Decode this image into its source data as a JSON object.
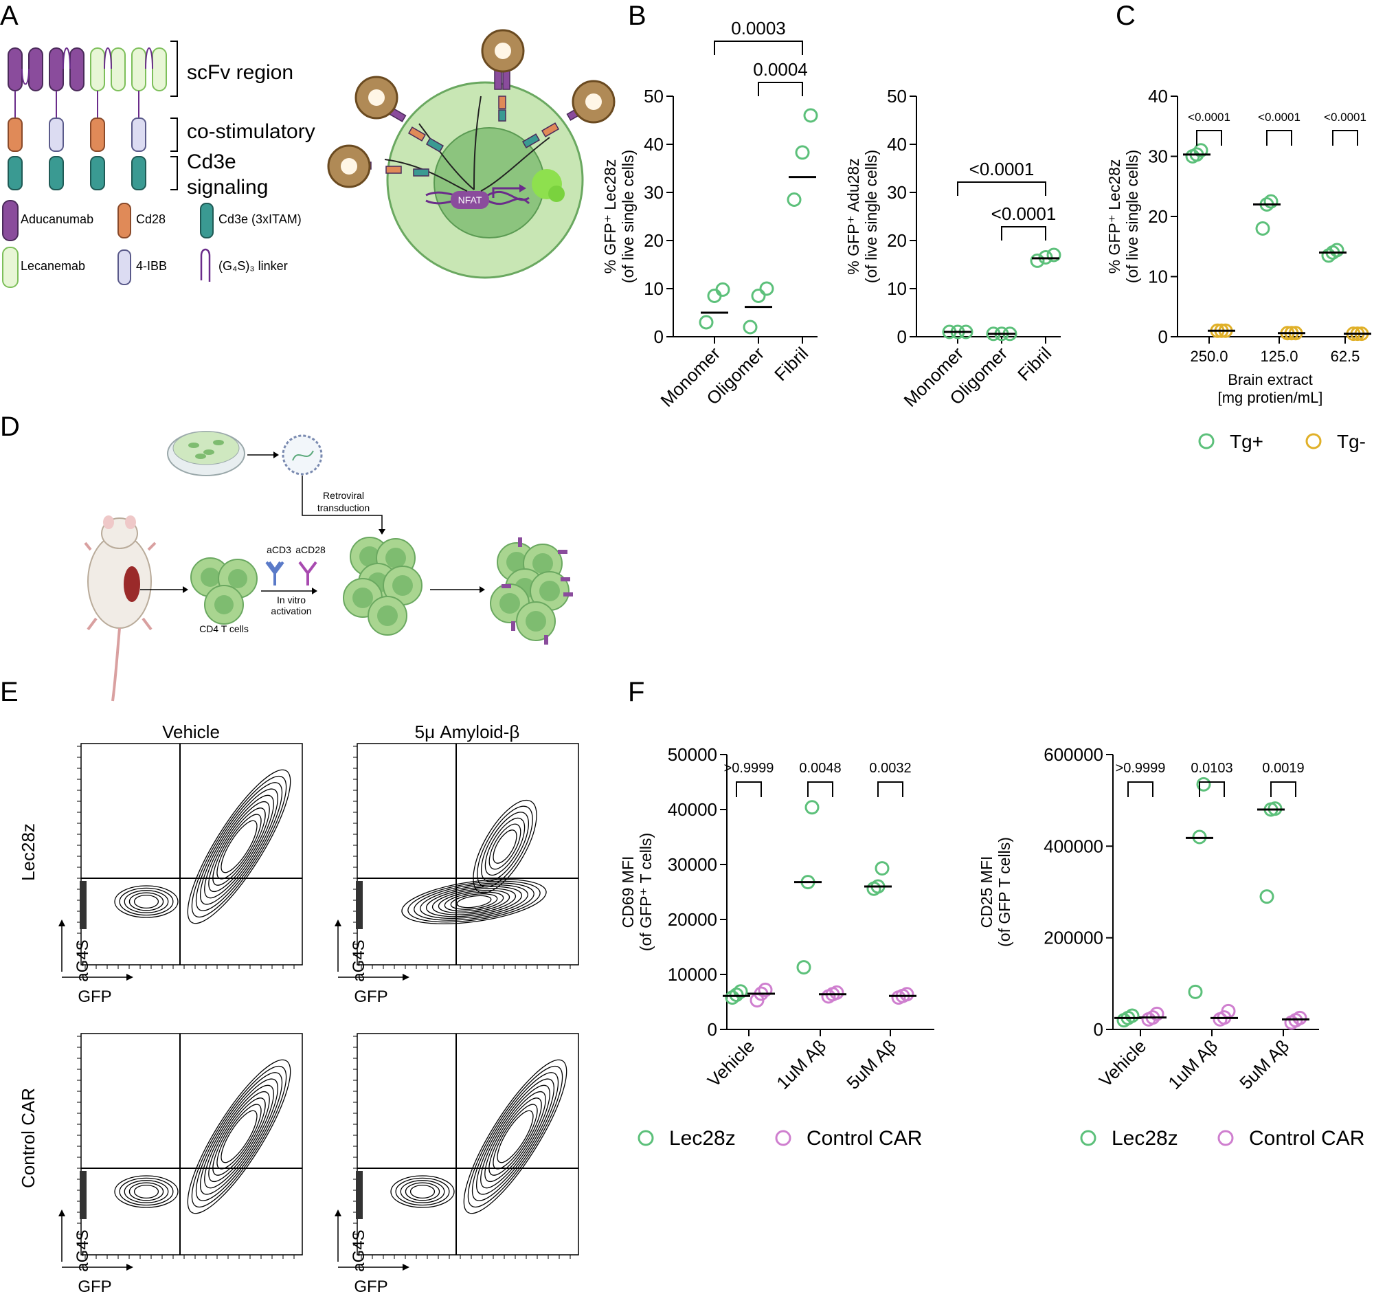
{
  "panel_letters": [
    "A",
    "B",
    "C",
    "D",
    "E",
    "F"
  ],
  "colors": {
    "green": "#5cc07a",
    "yellow": "#e0b028",
    "pink": "#cf7fcf",
    "purple": "#8a4c9c",
    "orange": "#e08a58",
    "lavender": "#dcdcf2",
    "teal": "#3a9a92",
    "lightgreen": "#e8f6d6",
    "cell_outer": "#a9d590",
    "cell_inner": "#7ebc70"
  },
  "panelA": {
    "scfv_label": "scFv region",
    "costim_label": "co-stimulatory",
    "cd3e_label": "Cd3e",
    "signaling_label": "signaling",
    "legend": {
      "aducanumab": "Aducanumab",
      "cd28": "Cd28",
      "cd3e": "Cd3e (3xITAM)",
      "lecanemab": "Lecanemab",
      "ibb": "4-IBB",
      "linker": "(G₄S)₃ linker"
    },
    "nfat": "NFAT"
  },
  "panelD": {
    "retroviral": "Retroviral",
    "transduction": "transduction",
    "acd3": "aCD3",
    "acd28": "aCD28",
    "invitro": "In vitro",
    "activation": "activation",
    "cd4": "CD4 T cells"
  },
  "panelE": {
    "col_vehicle": "Vehicle",
    "col_abeta": "5μ Amyloid-β",
    "row_lec": "Lec28z",
    "row_ctrl": "Control CAR",
    "x_label": "GFP",
    "y_label": "aG4S"
  },
  "chart_data": [
    {
      "id": "B1",
      "type": "scatter",
      "categories": [
        "Monomer",
        "Oligomer",
        "Fibril"
      ],
      "ylabel_line1": "% GFP⁺  Lec28z",
      "ylabel_line2": "(of live single cells)",
      "ylim": [
        0,
        50
      ],
      "yticks": [
        "0",
        "10",
        "20",
        "30",
        "40",
        "50"
      ],
      "series": [
        {
          "values": [
            [
              3,
              8.5,
              9.8
            ],
            [
              2,
              8.5,
              10
            ],
            [
              28.5,
              38.3,
              46
            ]
          ],
          "medians": [
            5,
            6.2,
            33.2
          ]
        }
      ],
      "brackets": [
        {
          "from": 0,
          "to": 2,
          "label": "0.0003"
        },
        {
          "from": 1,
          "to": 2,
          "label": "0.0004"
        }
      ]
    },
    {
      "id": "B2",
      "type": "scatter",
      "categories": [
        "Monomer",
        "Oligomer",
        "Fibril"
      ],
      "ylabel_line1": "% GFP⁺  Adu28z",
      "ylabel_line2": "(of live single cells)",
      "ylim": [
        0,
        50
      ],
      "yticks": [
        "0",
        "10",
        "20",
        "30",
        "40",
        "50"
      ],
      "series": [
        {
          "values": [
            [
              1,
              1,
              1
            ],
            [
              0.6,
              0.6,
              0.6
            ],
            [
              15.8,
              16.5,
              17
            ]
          ],
          "medians": [
            1,
            0.6,
            16.3
          ]
        }
      ],
      "brackets": [
        {
          "from": 0,
          "to": 2,
          "label": "<0.0001"
        },
        {
          "from": 1,
          "to": 2,
          "label": "<0.0001"
        }
      ]
    },
    {
      "id": "C",
      "type": "scatter",
      "categories": [
        "250.0",
        "125.0",
        "62.5"
      ],
      "xlabel_line1": "Brain extract",
      "xlabel_line2": "[mg protien/mL]",
      "ylabel_line1": "% GFP⁺  Lec28z",
      "ylabel_line2": "(of live single cells)",
      "ylim": [
        0,
        40
      ],
      "yticks": [
        "0",
        "10",
        "20",
        "30",
        "40"
      ],
      "series": [
        {
          "name": "Tg+",
          "values": [
            [
              30,
              30.3,
              31
            ],
            [
              18,
              22,
              22.5
            ],
            [
              13.5,
              14,
              14.4
            ]
          ],
          "medians": [
            30.3,
            22,
            14
          ]
        },
        {
          "name": "Tg-",
          "values": [
            [
              1,
              1,
              1
            ],
            [
              0.6,
              0.6,
              0.6
            ],
            [
              0.5,
              0.5,
              0.5
            ]
          ],
          "medians": [
            1,
            0.6,
            0.5
          ]
        }
      ],
      "brackets": [
        {
          "group": 0,
          "label": "<0.0001"
        },
        {
          "group": 1,
          "label": "<0.0001"
        },
        {
          "group": 2,
          "label": "<0.0001"
        }
      ]
    },
    {
      "id": "F1",
      "type": "scatter",
      "categories": [
        "Vehicle",
        "1uM Aβ",
        "5uM Aβ"
      ],
      "ylabel_line1": "CD69 MFI",
      "ylabel_line2": "(of GFP⁺ T cells)",
      "ylim": [
        0,
        50000
      ],
      "yticks": [
        "0",
        "10000",
        "20000",
        "30000",
        "40000",
        "50000"
      ],
      "series": [
        {
          "name": "Lec28z",
          "values": [
            [
              5800,
              6300,
              6900
            ],
            [
              11300,
              26800,
              40400
            ],
            [
              25600,
              26000,
              29300
            ]
          ],
          "medians": [
            6100,
            26800,
            26000
          ]
        },
        {
          "name": "Control CAR",
          "values": [
            [
              5300,
              6500,
              7200
            ],
            [
              6000,
              6400,
              6700
            ],
            [
              5800,
              6100,
              6400
            ]
          ],
          "medians": [
            6500,
            6400,
            6100
          ]
        }
      ],
      "brackets": [
        {
          "group": 0,
          "label": ">0.9999"
        },
        {
          "group": 1,
          "label": "0.0048"
        },
        {
          "group": 2,
          "label": "0.0032"
        }
      ]
    },
    {
      "id": "F2",
      "type": "scatter",
      "categories": [
        "Vehicle",
        "1uM Aβ",
        "5uM Aβ"
      ],
      "ylabel_line1": "CD25 MFI",
      "ylabel_line2": "(of GFP  T cells)",
      "ylim": [
        0,
        600000
      ],
      "yticks": [
        "0",
        "200000",
        "400000",
        "600000"
      ],
      "series": [
        {
          "name": "Lec28z",
          "values": [
            [
              20000,
              25000,
              30000
            ],
            [
              82000,
              420000,
              535000
            ],
            [
              290000,
              480000,
              482000
            ]
          ],
          "medians": [
            25000,
            418000,
            480000
          ]
        },
        {
          "name": "Control CAR",
          "values": [
            [
              22000,
              26000,
              34000
            ],
            [
              22000,
              26000,
              40000
            ],
            [
              15000,
              20000,
              25000
            ]
          ],
          "medians": [
            26000,
            25000,
            22000
          ]
        }
      ],
      "brackets": [
        {
          "group": 0,
          "label": ">0.9999"
        },
        {
          "group": 1,
          "label": "0.0103"
        },
        {
          "group": 2,
          "label": "0.0019"
        }
      ]
    }
  ]
}
